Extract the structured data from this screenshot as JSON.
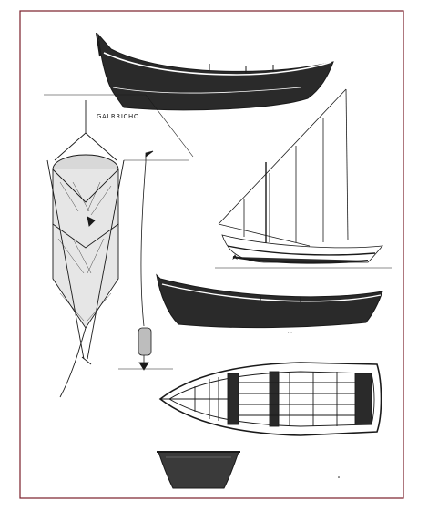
{
  "plate": {
    "caption": "GALRRICHO",
    "scale_mark": "·|·",
    "colors": {
      "frame": "#7a1e2a",
      "ink": "#1a1a1a",
      "hull": "#2a2a2a",
      "paper": "#ffffff"
    },
    "figures": [
      "top-boat-side-view",
      "galricho-fish-trap",
      "buoy-line-float",
      "lateen-sailboat",
      "small-boat-side-view",
      "boat-plan-view",
      "boat-cross-section"
    ]
  }
}
